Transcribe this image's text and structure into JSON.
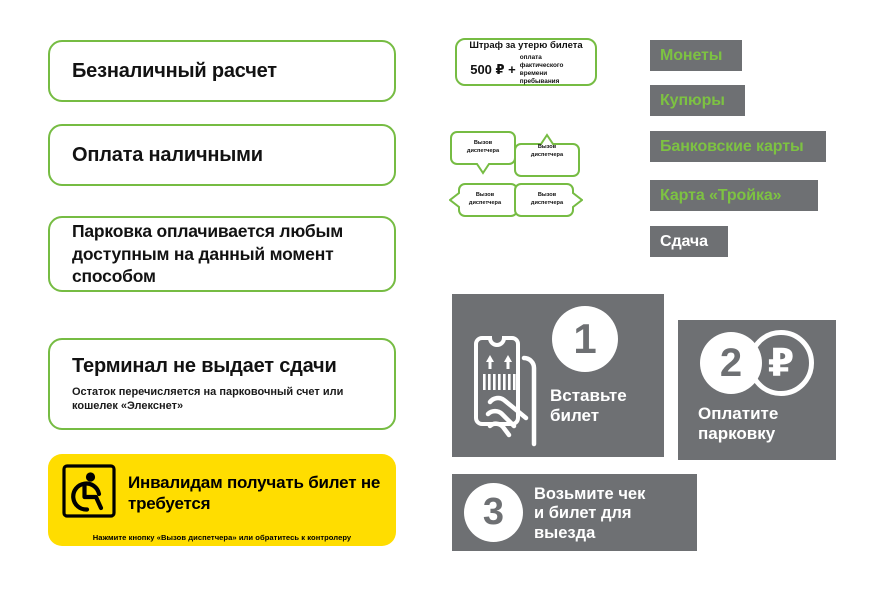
{
  "left_column": {
    "cards": [
      {
        "id": "cashless",
        "title": "Безналичный расчет",
        "subtitle": ""
      },
      {
        "id": "cash",
        "title": "Оплата наличными",
        "subtitle": ""
      },
      {
        "id": "anyway",
        "title": "Парковка оплачивается любым доступным на данный момент способом",
        "subtitle": ""
      },
      {
        "id": "nochange",
        "title": "Терминал не выдает сдачи",
        "subtitle": "Остаток перечисляется на парковочный счет или кошелек «Элекснет»"
      }
    ]
  },
  "accessibility": {
    "icon": "wheelchair-icon",
    "heading": "Инвалидам получать билет не требуется",
    "note_prefix": "Нажмите кнопку ",
    "note_bold": "«Вызов диспетчера»",
    "note_suffix": " или обратитесь к контролеру",
    "background_color": "#ffdd00"
  },
  "fine_box": {
    "title": "Штраф за утерю билета",
    "amount": "500 ₽ +",
    "extra": "оплата фактического времени пребывания",
    "border_color": "#76bc43"
  },
  "dispatcher_bubbles": {
    "label_line1": "Вызов",
    "label_line2": "диспетчера",
    "items": [
      {
        "id": "bubble-down",
        "tail": "down"
      },
      {
        "id": "bubble-up",
        "tail": "up"
      },
      {
        "id": "bubble-left",
        "tail": "left"
      },
      {
        "id": "bubble-right",
        "tail": "right"
      }
    ]
  },
  "payment_chips": [
    {
      "id": "coins",
      "label": "Монеты",
      "text_color": "#7dc242"
    },
    {
      "id": "notes",
      "label": "Купюры",
      "text_color": "#7dc242"
    },
    {
      "id": "cards",
      "label": "Банковские карты",
      "text_color": "#7dc242"
    },
    {
      "id": "troika",
      "label": "Карта «Тройка»",
      "text_color": "#7dc242"
    },
    {
      "id": "change",
      "label": "Сдача",
      "text_color": "#ffffff"
    }
  ],
  "steps": [
    {
      "number": "1",
      "text_line1": "Вставьте",
      "text_line2": "билет",
      "icon": "hand-holding-ticket-icon"
    },
    {
      "number": "2",
      "text_line1": "Оплатите",
      "text_line2": "парковку",
      "icon": "ruble-coin-icon",
      "currency_symbol": "₽"
    },
    {
      "number": "3",
      "text_line1": "Возьмите чек",
      "text_line2": "и билет для",
      "text_line3": "выезда",
      "icon": ""
    }
  ],
  "colors": {
    "green_border": "#76bc43",
    "green_text": "#7dc242",
    "gray_panel": "#6e7073",
    "yellow": "#ffdd00",
    "black": "#111111",
    "white": "#ffffff"
  }
}
